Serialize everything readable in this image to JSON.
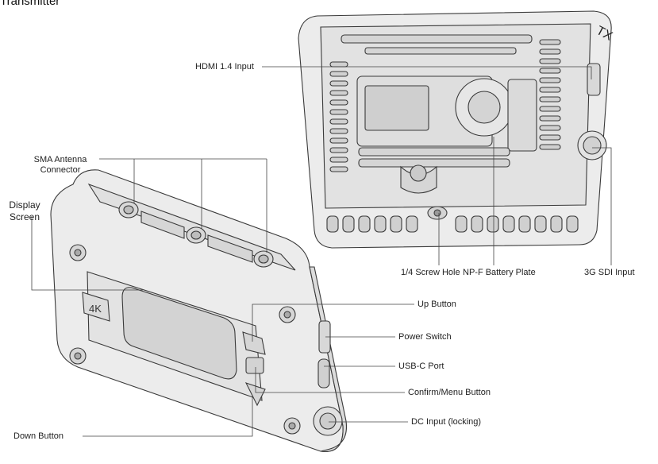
{
  "title": "Transmitter",
  "labels": {
    "hdmi": "HDMI 1.4 Input",
    "sma": "SMA Antenna\nConnector",
    "display": "Display\nScreen",
    "up": "Up Button",
    "power": "Power Switch",
    "usbc": "USB-C Port",
    "confirm": "Confirm/Menu Button",
    "dc": "DC Input (locking)",
    "down": "Down Button",
    "screw": "1/4 Screw Hole",
    "npf": "NP-F Battery Plate",
    "sdi": "3G SDI Input"
  },
  "device_marks": {
    "front_badge": "4K",
    "rear_badge": "TX"
  },
  "colors": {
    "body_fill": "#ececec",
    "body_stroke": "#3a3a3a",
    "recess": "#d9d9d9",
    "leader": "#444444"
  }
}
